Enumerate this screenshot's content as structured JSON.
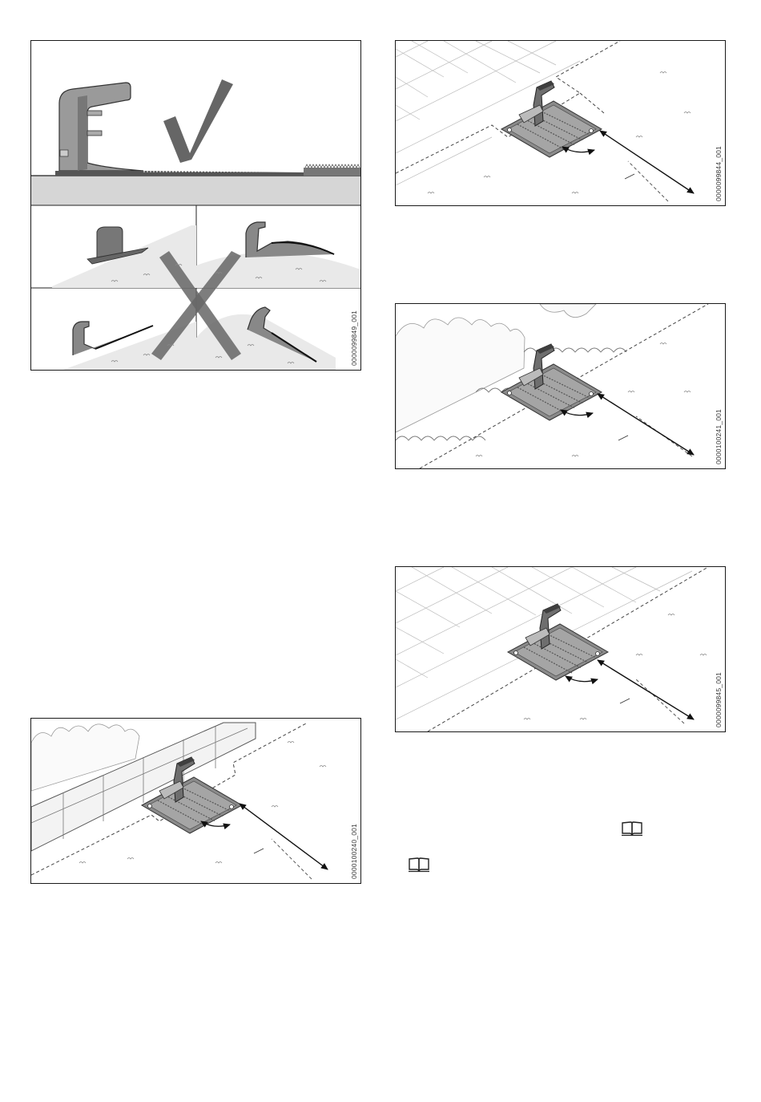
{
  "figures": {
    "fig_dock_level": {
      "id": "0000099849_001"
    },
    "fig_dock_kerb": {
      "id": "0000100240_001"
    },
    "fig_dock_paving": {
      "id": "0000099844_001"
    },
    "fig_dock_bushes": {
      "id": "0000100241_001"
    },
    "fig_dock_path": {
      "id": "0000099845_001"
    }
  },
  "icons": {
    "reference_1": "book-icon",
    "reference_2": "book-icon"
  }
}
